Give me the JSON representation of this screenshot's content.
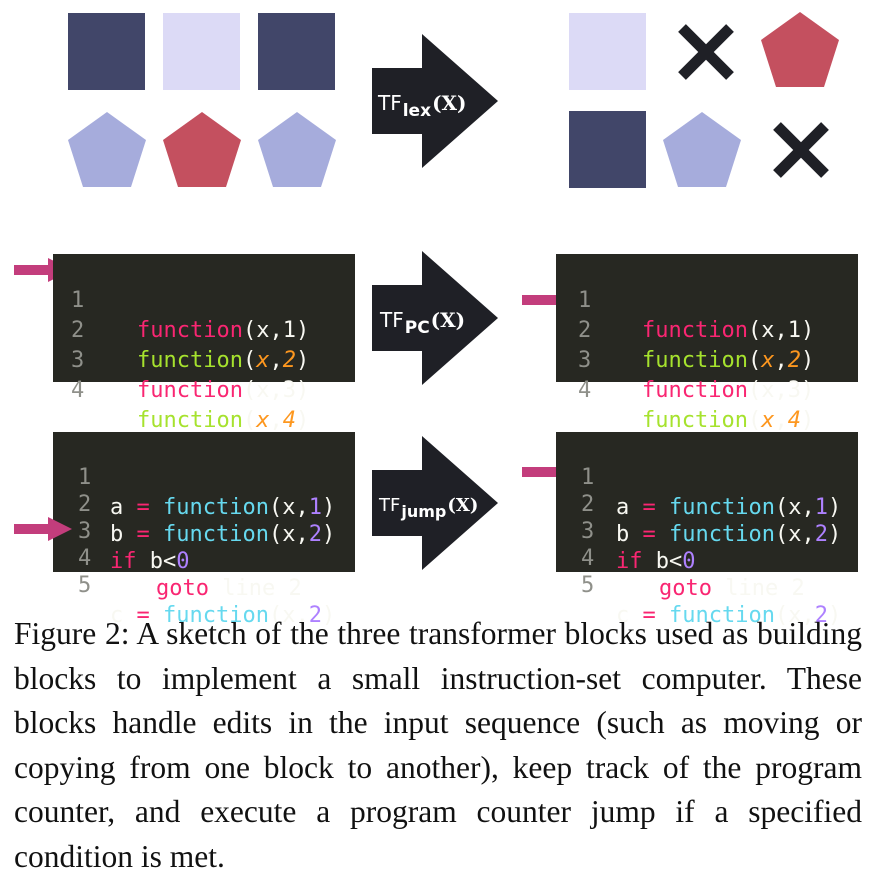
{
  "colors": {
    "navy": "#414669",
    "lilac": "#dcdaf6",
    "periwinkle": "#a6acdc",
    "crimson": "#c4505f",
    "arrow": "#1f2026",
    "pointer": "#c33d7c",
    "code_bg": "#272822"
  },
  "arrows": {
    "lex": {
      "prefix": "TF",
      "sub": "lex",
      "arg": "(X)"
    },
    "pc": {
      "prefix": "TF",
      "sub": "PC",
      "arg": "(X)"
    },
    "jump": {
      "prefix": "TF",
      "sub": "jump",
      "arg": "(X)"
    }
  },
  "code_pc": {
    "lines": [
      {
        "num": "1",
        "fn": "function",
        "open": "(x,",
        "arg": "1",
        "close": ")"
      },
      {
        "num": "2",
        "fn": "function",
        "open": "(",
        "var": "x",
        "comma": ",",
        "arg": "2",
        "close": ")"
      },
      {
        "num": "3",
        "fn": "function",
        "open": "(x,",
        "arg": "3",
        "close": ")"
      },
      {
        "num": "4",
        "fn": "function",
        "open": "(",
        "var": "x",
        "comma": ",",
        "arg": "4",
        "close": ")"
      }
    ]
  },
  "code_jump": {
    "lines": [
      {
        "num": "1",
        "lhs": "a",
        "eq": "=",
        "fn": "function",
        "open": "(x,",
        "arg": "1",
        "close": ")"
      },
      {
        "num": "2",
        "lhs": "b",
        "eq": "=",
        "fn": "function",
        "open": "(x,",
        "arg": "2",
        "close": ")"
      },
      {
        "num": "3",
        "kw": "if",
        "cond": "b<",
        "zero": "0"
      },
      {
        "num": "4",
        "goto": "goto",
        "rest": "line 2"
      },
      {
        "num": "5",
        "lhs": "c",
        "eq": "=",
        "fn": "function",
        "open": "(x,",
        "arg": "2",
        "close": ")"
      }
    ]
  },
  "caption": "Figure 2: A sketch of the three transformer blocks used as building blocks to implement a small instruction-set computer. These blocks handle edits in the input sequence (such as moving or copying from one block to another), keep track of the program counter, and execute a program counter jump if a specified condition is met."
}
